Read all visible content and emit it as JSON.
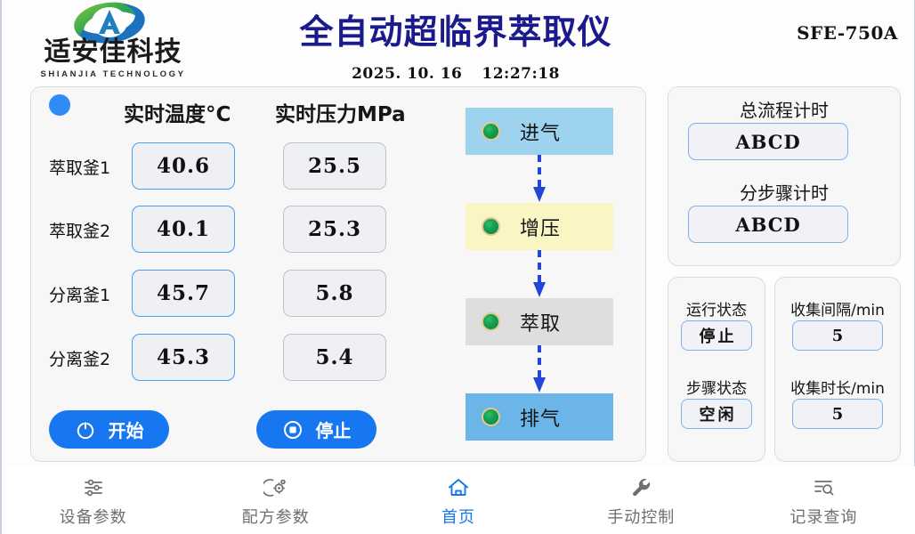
{
  "header": {
    "logo_cn": "适安佳科技",
    "logo_en": "SHIANJIA TECHNOLOGY",
    "logo_icon": "swoosh-a-logo",
    "title": "全自动超临界萃取仪",
    "date": "2025. 10. 16",
    "time": "12:27:18",
    "model": "SFE-750A"
  },
  "readings": {
    "status_indicator": "blue-dot",
    "col_temp": "实时温度°C",
    "col_pres": "实时压力MPa",
    "rows": [
      {
        "label": "萃取釜1",
        "temp": "40.6",
        "pres": "25.5"
      },
      {
        "label": "萃取釜2",
        "temp": "40.1",
        "pres": "25.3"
      },
      {
        "label": "分离釜1",
        "temp": "45.7",
        "pres": "5.8"
      },
      {
        "label": "分离釜2",
        "temp": "45.3",
        "pres": "5.4"
      }
    ],
    "start_button": {
      "label": "开始",
      "icon": "power-icon"
    },
    "stop_button": {
      "label": "停止",
      "icon": "stop-circle-icon"
    }
  },
  "flow": {
    "steps": [
      {
        "label": "进气",
        "led": "green-led",
        "color": "#9ed3ef"
      },
      {
        "label": "增压",
        "led": "green-led",
        "color": "#faf6c4"
      },
      {
        "label": "萃取",
        "led": "green-led",
        "color": "#dedede"
      },
      {
        "label": "排气",
        "led": "green-led",
        "color": "#6cb5e8"
      }
    ],
    "arrow_color": "#2346d8"
  },
  "timers": {
    "total_label": "总流程计时",
    "total_value": "ABCD",
    "step_label": "分步骤计时",
    "step_value": "ABCD"
  },
  "state": {
    "run_label": "运行状态",
    "run_value": "停止",
    "step_label": "步骤状态",
    "step_value": "空闲"
  },
  "collect": {
    "interval_label": "收集间隔/min",
    "interval_value": "5",
    "duration_label": "收集时长/min",
    "duration_value": "5"
  },
  "nav": {
    "items": [
      {
        "label": "设备参数",
        "icon": "sliders-icon",
        "active": false
      },
      {
        "label": "配方参数",
        "icon": "recipe-gear-icon",
        "active": false
      },
      {
        "label": "首页",
        "icon": "home-icon",
        "active": true
      },
      {
        "label": "手动控制",
        "icon": "wrench-icon",
        "active": false
      },
      {
        "label": "记录查询",
        "icon": "list-search-icon",
        "active": false
      }
    ],
    "active_color": "#1677f0",
    "inactive_color": "#6f6f6f"
  }
}
